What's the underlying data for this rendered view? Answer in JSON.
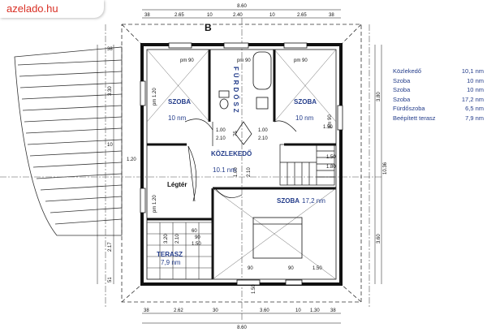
{
  "watermark": "azelado.hu",
  "plan": {
    "dims_top_total": "8.60",
    "dims_top": [
      "38",
      "2.65",
      "10",
      "2.40",
      "10",
      "2.65",
      "38"
    ],
    "dims_bottom_total": "8.60",
    "dims_bottom": [
      "38",
      "2.62",
      "30",
      "3.60",
      "10",
      "1.30",
      "38"
    ],
    "dims_left": [
      "38",
      "3.30",
      "10",
      "2.17",
      "51"
    ],
    "dims_right": [
      "3.80",
      "10.36",
      "3.60"
    ],
    "marker": "B",
    "openings": [
      "pm 90",
      "pm 90",
      "pm 90",
      "pm 1.20",
      "pm 90",
      "pm 1.20"
    ],
    "door_marks": [
      "1.00",
      "2.10",
      "75",
      "1.00",
      "2.10",
      "1.00",
      "2.10"
    ],
    "misc": [
      "1.50",
      "1.20",
      "1.50",
      "1.80",
      "3.20",
      "2.10",
      "60",
      "90",
      "1.50",
      "90",
      "1.50",
      "90",
      "1.50"
    ]
  },
  "rooms": {
    "szoba1": {
      "name": "SZOBA",
      "area": "10 nm"
    },
    "szoba2": {
      "name": "SZOBA",
      "area": "10 nm"
    },
    "furdo": {
      "name": "FÜRDŐSZ"
    },
    "kozlekedo": {
      "name": "KÖZLEKEDŐ",
      "area": "10.1 nm"
    },
    "legter": {
      "name": "Légtér"
    },
    "szoba3": {
      "name": "SZOBA",
      "area": "17,2 nm"
    },
    "terasz": {
      "name": "TERASZ",
      "area": "7,9 nm"
    }
  },
  "legend": [
    {
      "name": "Közlekedő",
      "value": "10,1 nm"
    },
    {
      "name": "Szoba",
      "value": "10 nm"
    },
    {
      "name": "Szoba",
      "value": "10 nm"
    },
    {
      "name": "Szoba",
      "value": "17,2 nm"
    },
    {
      "name": "Fürdőszoba",
      "value": "6,5 nm"
    },
    {
      "name": "Beépített terasz",
      "value": "7,9 nm"
    }
  ]
}
